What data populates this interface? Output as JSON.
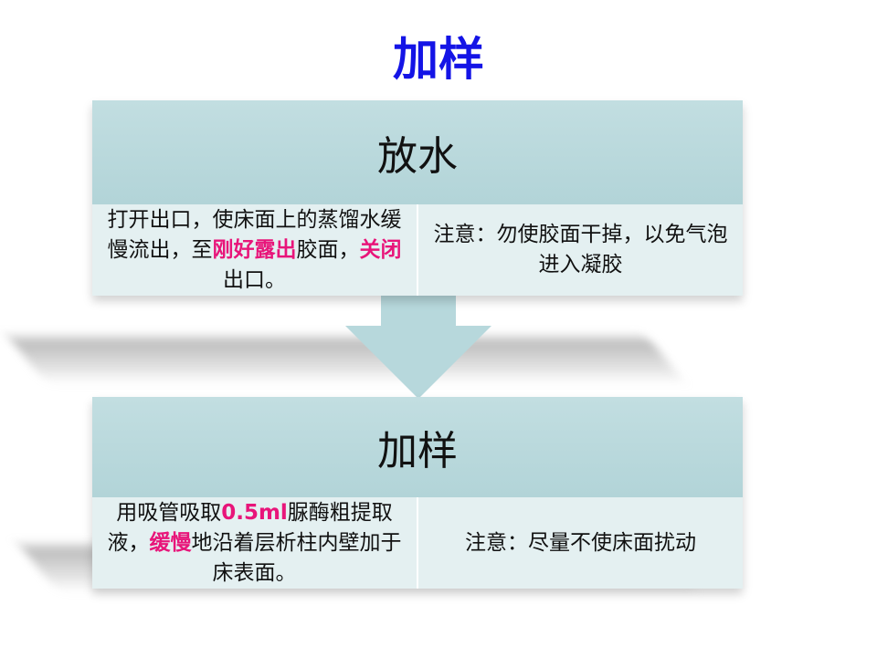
{
  "slide": {
    "title": "加样",
    "colors": {
      "title": "#1414e6",
      "highlight": "#e8157a",
      "header_fill": "#b7d8dc",
      "body_fill": "#e4f0f1",
      "arrow": "#b7d8dc"
    }
  },
  "steps": [
    {
      "header": "放水",
      "instruction": {
        "part1": "打开出口，使床面上的蒸馏水缓慢流出，至",
        "highlight1": "刚好露出",
        "part2": "胶面，",
        "highlight2": "关闭",
        "part3": "出口。"
      },
      "note": "注意：勿使胶面干掉，以免气泡进入凝胶"
    },
    {
      "header": "加样",
      "instruction": {
        "part1": "用吸管吸取",
        "highlight1": "0.5ml",
        "part2": "脲酶粗提取液，",
        "highlight2": "缓慢",
        "part3": "地沿着层析柱内壁加于床表面。"
      },
      "note": "注意：尽量不使床面扰动"
    }
  ],
  "connector": {
    "icon": "down-arrow-icon"
  }
}
